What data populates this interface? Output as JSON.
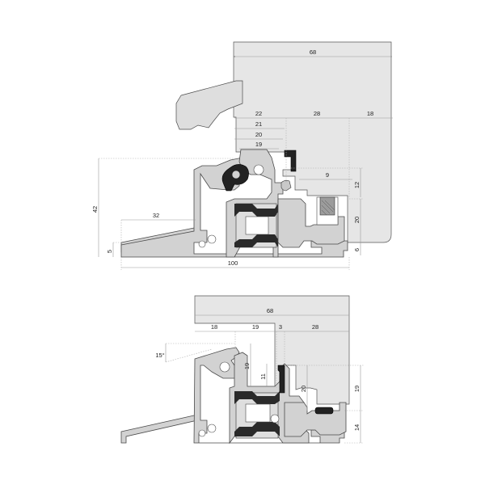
{
  "colors": {
    "glass": "#e6e6e6",
    "aluminium": "#d2d2d2",
    "gasket": "#222222",
    "dimension_line": "#9a9a9a"
  },
  "top_section": {
    "dims": {
      "d68": "68",
      "d22": "22",
      "d28": "28",
      "d18": "18",
      "d21": "21",
      "d20a": "20",
      "d19": "19",
      "d9": "9",
      "d12": "12",
      "d42": "42",
      "d32": "32",
      "d20b": "20",
      "d5": "5",
      "d6": "6",
      "d100": "100"
    }
  },
  "bottom_section": {
    "dims": {
      "d68": "68",
      "d18": "18",
      "d19a": "19",
      "d3": "3",
      "d28": "28",
      "angle": "15°",
      "d19b": "19",
      "d11": "11",
      "d20": "20",
      "d19c": "19",
      "d14": "14"
    }
  }
}
